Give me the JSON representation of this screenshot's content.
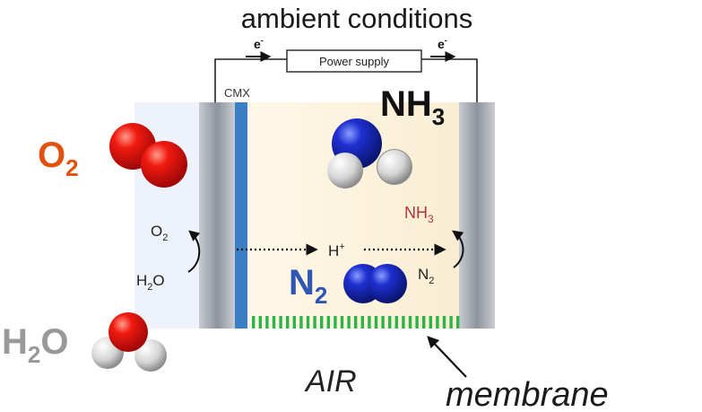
{
  "title": "ambient conditions",
  "circuit": {
    "electron_left": "e",
    "electron_right": "e",
    "electron_sup": "-",
    "power_supply": "Power supply"
  },
  "cmx_label": "CMX",
  "left_side": {
    "o2_big": {
      "base": "O",
      "sub": "2"
    },
    "h2o_big": {
      "base": "H",
      "sub": "2",
      "tail": "O"
    },
    "o2_small": {
      "base": "O",
      "sub": "2"
    },
    "h2o_small": {
      "base": "H",
      "sub": "2",
      "tail": "O"
    }
  },
  "right_side": {
    "nh3_big": {
      "base": "NH",
      "sub": "3"
    },
    "nh3_small": {
      "base": "NH",
      "sub": "3"
    },
    "n2_small": {
      "base": "N",
      "sub": "2"
    },
    "n2_big": {
      "base": "N",
      "sub": "2"
    }
  },
  "proton": {
    "base": "H",
    "sup": "+"
  },
  "air_label": "AIR",
  "membrane_label": "membrane",
  "colors": {
    "o2_text": "#e2520f",
    "h2o_text": "#999999",
    "n2_text": "#2f55b5",
    "nh3_small_text": "#b3343a",
    "membrane_stripe": "#2db34a",
    "cmx_bar": "#3a7fc4",
    "chamber_fill": "#fbf2dc",
    "electrode": "#9aa0a8"
  },
  "icons": [
    "o2-molecule-icon",
    "h2o-molecule-icon",
    "nh3-molecule-icon",
    "n2-molecule-icon",
    "curved-arrow-icon",
    "dotted-arrow-icon"
  ]
}
